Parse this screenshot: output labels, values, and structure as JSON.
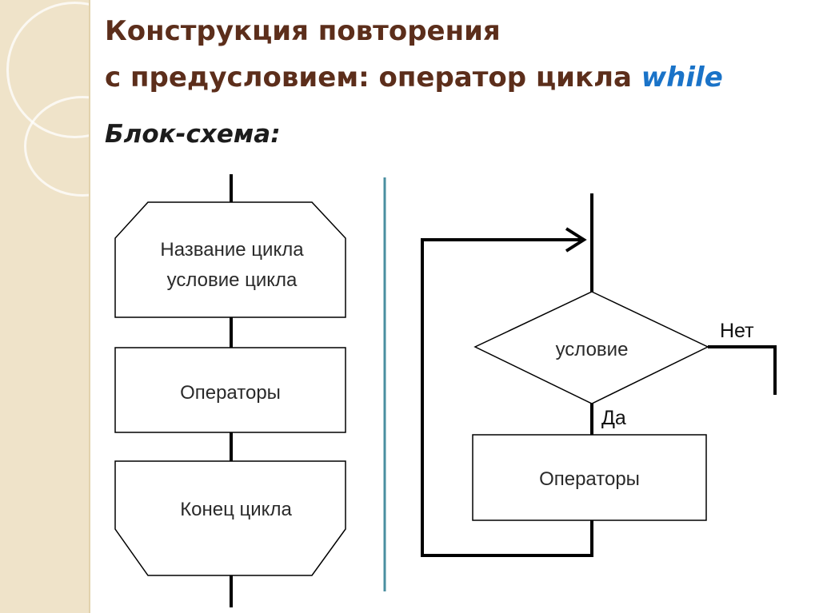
{
  "slide": {
    "title_line1": "Конструкция повторения",
    "title_line2_prefix": "с предусловием: оператор цикла ",
    "title_keyword": "while",
    "subtitle": "Блок-схема:"
  },
  "left_flowchart": {
    "loop_header_line1": "Название цикла",
    "loop_header_line2": "условие цикла",
    "body": "Операторы",
    "loop_end": "Конец цикла"
  },
  "right_flowchart": {
    "condition": "условие",
    "no_label": "Нет",
    "yes_label": "Да",
    "body": "Операторы"
  },
  "colors": {
    "title": "#5c2e1b",
    "keyword": "#1a73c8",
    "separator": "#4a8fa0",
    "sidebar": "#efe3c9"
  }
}
